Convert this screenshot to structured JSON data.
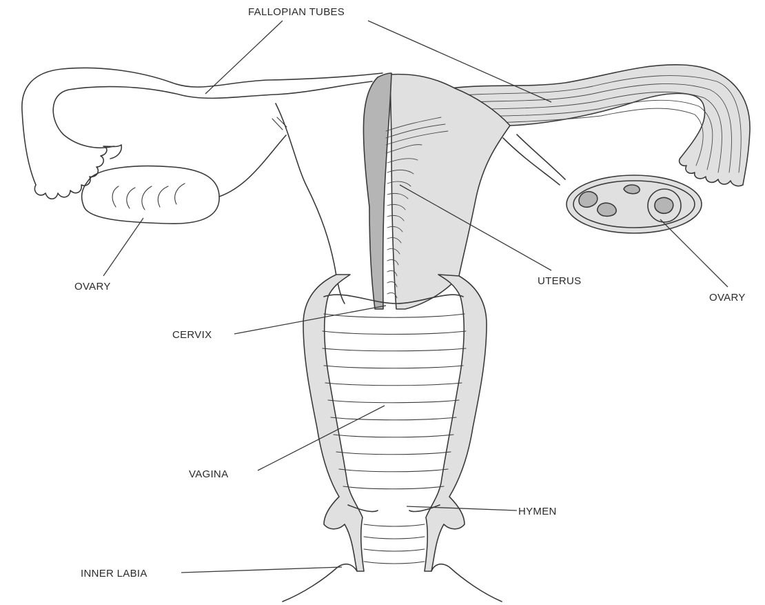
{
  "labels": {
    "fallopian_tubes": "FALLOPIAN TUBES",
    "ovary_left": "OVARY",
    "uterus": "UTERUS",
    "ovary_right": "OVARY",
    "cervix": "CERVIX",
    "vagina": "VAGINA",
    "hymen": "HYMEN",
    "inner_labia": "INNER LABIA"
  }
}
